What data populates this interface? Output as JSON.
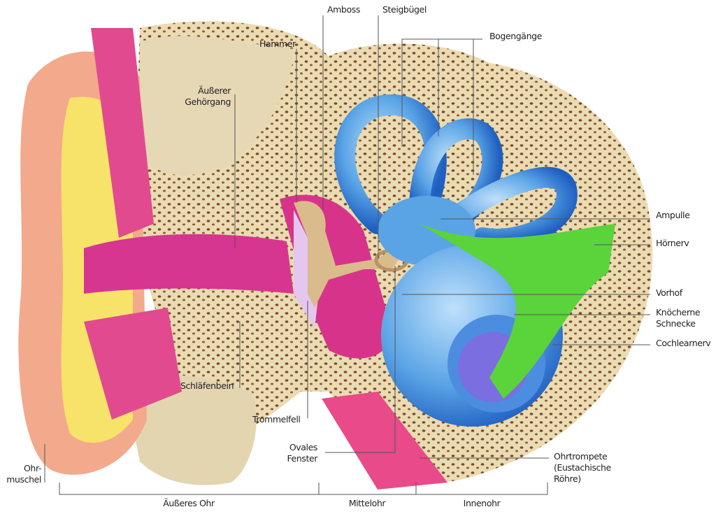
{
  "title": "Anatomie des Ohres",
  "labels": {
    "amboss": "Amboss",
    "steigbuegel": "Steigbügel",
    "hammer": "Hammer",
    "gehoergang_1": "Äußerer",
    "gehoergang_2": "Gehörgang",
    "bogengaenge": "Bogengänge",
    "ampulle": "Ampulle",
    "hoernerv": "Hörnerv",
    "vorhof": "Vorhof",
    "schnecke_1": "Knöcherne",
    "schnecke_2": "Schnecke",
    "cochlearnerv": "Cochlearnerv",
    "schlaefenbein": "Schläfenbein",
    "trommelfell": "Trommelfell",
    "ovales_1": "Ovales",
    "ovales_2": "Fenster",
    "ohrtrompete_1": "Ohrtrompete",
    "ohrtrompete_2": "(Eustachische",
    "ohrtrompete_3": "Röhre)",
    "ohrmuschel_1": "Ohr-",
    "ohrmuschel_2": "muschel"
  },
  "regions": {
    "outer": "Äußeres Ohr",
    "middle": "Mittelohr",
    "inner": "Innenohr"
  },
  "colors": {
    "skin": "#f2a98c",
    "canal": "#d6368f",
    "bone": "#e9dcb6",
    "fat": "#f7e26a",
    "inner_ear": "#5aa4e6",
    "nerve": "#5bd33a",
    "ossicles": "#d9bb8c"
  }
}
